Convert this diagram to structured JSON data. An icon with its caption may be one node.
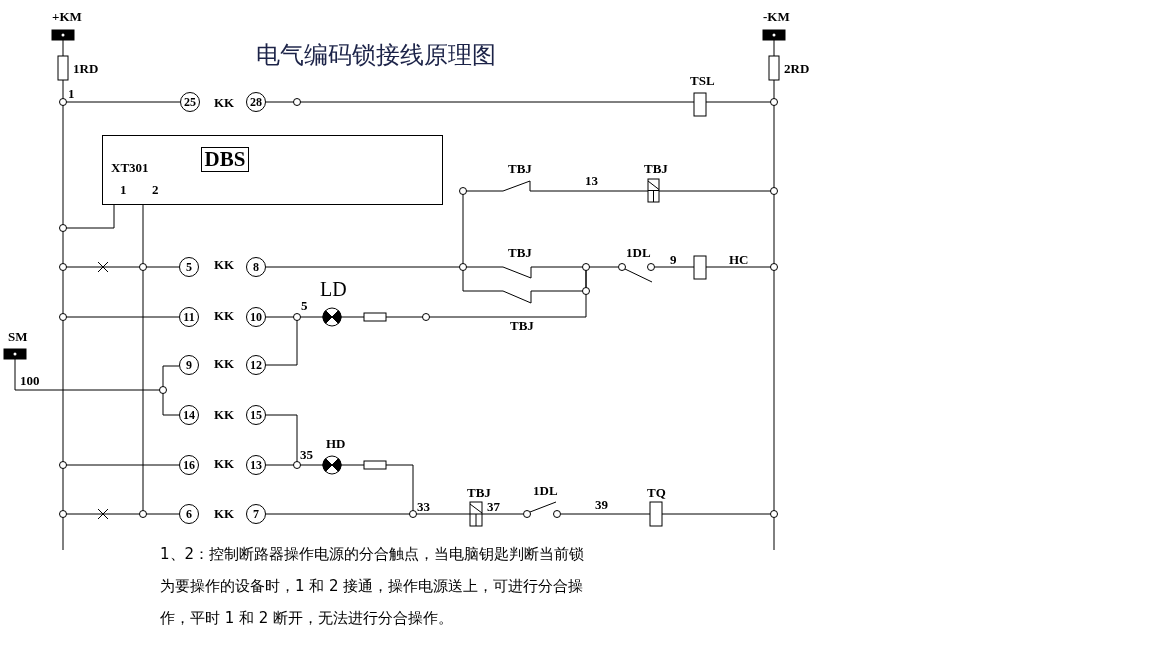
{
  "diagram": {
    "title": "电气编码锁接线原理图",
    "caption": "1、2：控制断路器操作电源的分合触点，当电脑钥匙判断当前锁为要操作的设备时，1 和 2 接通，操作电源送上，可进行分合操作，平时 1 和 2 断开，无法进行分合操作。",
    "nodes": [
      {
        "text": [
          "XT301",
          "1",
          "2"
        ]
      },
      {
        "text": [
          "DBS"
        ],
        "in": 0
      },
      {
        "text": [
          "25"
        ]
      },
      {
        "text": [
          "28"
        ]
      },
      {
        "text": [
          "5"
        ]
      },
      {
        "text": [
          "8"
        ]
      },
      {
        "text": [
          "11"
        ]
      },
      {
        "text": [
          "10"
        ]
      },
      {
        "text": [
          "9"
        ]
      },
      {
        "text": [
          "12"
        ]
      },
      {
        "text": [
          "14"
        ]
      },
      {
        "text": [
          "15"
        ]
      },
      {
        "text": [
          "16"
        ]
      },
      {
        "text": [
          "13"
        ]
      },
      {
        "text": [
          "6"
        ]
      },
      {
        "text": [
          "7"
        ]
      }
    ],
    "labels": [
      "+KM",
      "-KM",
      "1RD",
      "2RD",
      "TSL",
      "1",
      "KK",
      "TBJ",
      "TBJ",
      "13",
      "TBJ",
      "1DL",
      "9",
      "HC",
      "KK",
      "LD",
      "5",
      "KK",
      "TBJ",
      "SM",
      "KK",
      "100",
      "KK",
      "HD",
      "35",
      "KK",
      "TBJ",
      "1DL",
      "TQ",
      "33",
      "37",
      "39",
      "KK"
    ]
  }
}
